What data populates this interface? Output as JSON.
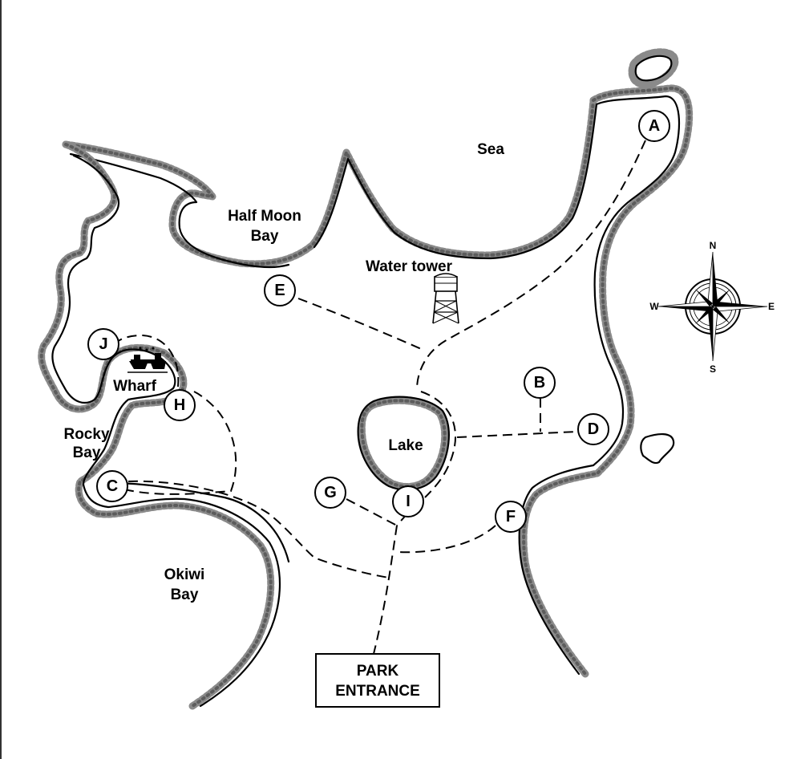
{
  "labels": {
    "sea": "Sea",
    "half_moon_bay_1": "Half Moon",
    "half_moon_bay_2": "Bay",
    "water_tower": "Water tower",
    "wharf": "Wharf",
    "rocky_bay_1": "Rocky",
    "rocky_bay_2": "Bay",
    "lake": "Lake",
    "okiwi_bay_1": "Okiwi",
    "okiwi_bay_2": "Bay"
  },
  "entrance": {
    "line1": "PARK",
    "line2": "ENTRANCE"
  },
  "markers": {
    "A": "A",
    "B": "B",
    "C": "C",
    "D": "D",
    "E": "E",
    "F": "F",
    "G": "G",
    "H": "H",
    "I": "I",
    "J": "J"
  },
  "compass": {
    "n": "N",
    "s": "S",
    "e": "E",
    "w": "W"
  },
  "icons": {
    "water_tower": "water-tower-icon",
    "wharf_boats": "boats-icon",
    "compass": "compass-rose-icon"
  }
}
